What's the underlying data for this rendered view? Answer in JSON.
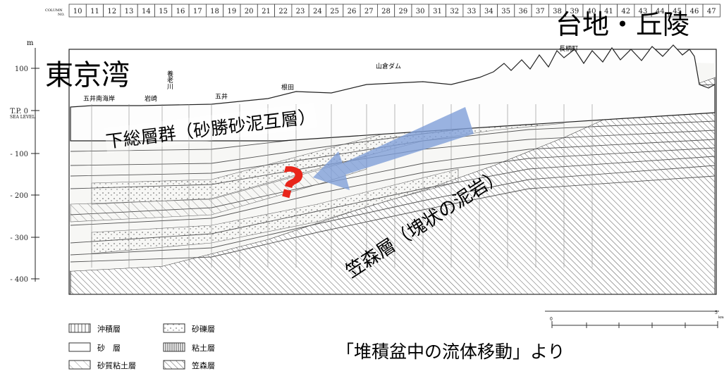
{
  "column_header": {
    "label_top": "COLUMN",
    "label_bottom": "NO.",
    "numbers": [
      "10",
      "11",
      "12",
      "13",
      "14",
      "15",
      "16",
      "17",
      "18",
      "19",
      "20",
      "21",
      "22",
      "23",
      "24",
      "25",
      "26",
      "27",
      "28",
      "29",
      "30",
      "31",
      "32",
      "33",
      "34",
      "35",
      "36",
      "37",
      "38",
      "39",
      "40",
      "41",
      "42",
      "43",
      "44",
      "45",
      "46",
      "47"
    ]
  },
  "overlay": {
    "title_right": "台地・丘陵",
    "title_left": "東京湾",
    "shimosa_label": "下総層群（砂勝砂泥互層）",
    "kasamori_label": "笠森層（塊状の泥岩）",
    "question_mark": "?",
    "source_note": "「堆積盆中の流体移動」より",
    "arrow_color": "#7f9fd8",
    "question_color": "#e8251a"
  },
  "y_axis": {
    "unit": "m",
    "ticks": [
      {
        "label": "100"
      },
      {
        "label": "T.P. 0"
      },
      {
        "label": "- 100"
      },
      {
        "label": "- 200"
      },
      {
        "label": "- 300"
      },
      {
        "label": "- 400"
      }
    ],
    "sea_level_label": "SEA LEVEL"
  },
  "place_names": [
    "五井南海岸",
    "岩崎",
    "養老川",
    "五井",
    "根田",
    "山倉ダム",
    "長柄町"
  ],
  "legend": [
    {
      "label": "沖積層",
      "pattern": "vertical"
    },
    {
      "label": "砂　層",
      "pattern": "blank"
    },
    {
      "label": "砂質粘土層",
      "pattern": "diagonal"
    },
    {
      "label": "砂礫層",
      "pattern": "dots"
    },
    {
      "label": "粘土層",
      "pattern": "vertical-dense"
    },
    {
      "label": "笠森層",
      "pattern": "diagonal-dense"
    }
  ],
  "scale_bar": {
    "start": "0",
    "end": "5",
    "unit": "km"
  }
}
